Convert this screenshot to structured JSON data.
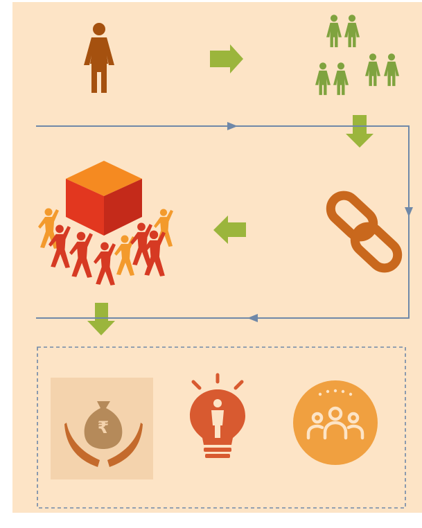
{
  "colors": {
    "background": "#fde4c6",
    "woman_icon": "#a5510f",
    "group_icon": "#7fa33f",
    "arrow_green": "#9bb53c",
    "flow_line": "#6f88a8",
    "chain_icon": "#c9681d",
    "team_box_top": "#f58a21",
    "team_box_front": "#e2371f",
    "team_box_side": "#c42a1a",
    "people_red": "#d63a23",
    "people_orange": "#f39a2c",
    "money_bag": "#b58a5a",
    "hands": "#c46a2c",
    "bulb": "#d85a30",
    "community_circle": "#f0a040"
  },
  "nodes": [
    {
      "id": "single-woman",
      "icon": "woman-icon"
    },
    {
      "id": "women-group",
      "icon": "women-group-icon"
    },
    {
      "id": "linkage",
      "icon": "chain-link-icon"
    },
    {
      "id": "collective-effort",
      "icon": "team-lifting-box-icon"
    },
    {
      "id": "financial-support",
      "icon": "rupee-money-hands-icon"
    },
    {
      "id": "empowerment",
      "icon": "lightbulb-person-icon"
    },
    {
      "id": "community",
      "icon": "community-circle-icon"
    }
  ],
  "edges": [
    {
      "from": "single-woman",
      "to": "women-group",
      "style": "green-block-arrow"
    },
    {
      "from": "women-group",
      "to": "linkage",
      "style": "green-block-arrow"
    },
    {
      "from": "linkage",
      "to": "collective-effort",
      "style": "green-block-arrow"
    },
    {
      "from": "collective-effort",
      "to": "outcomes",
      "style": "green-block-arrow"
    }
  ],
  "outcomes_group": {
    "border": "dashed",
    "members": [
      "financial-support",
      "empowerment",
      "community"
    ]
  }
}
